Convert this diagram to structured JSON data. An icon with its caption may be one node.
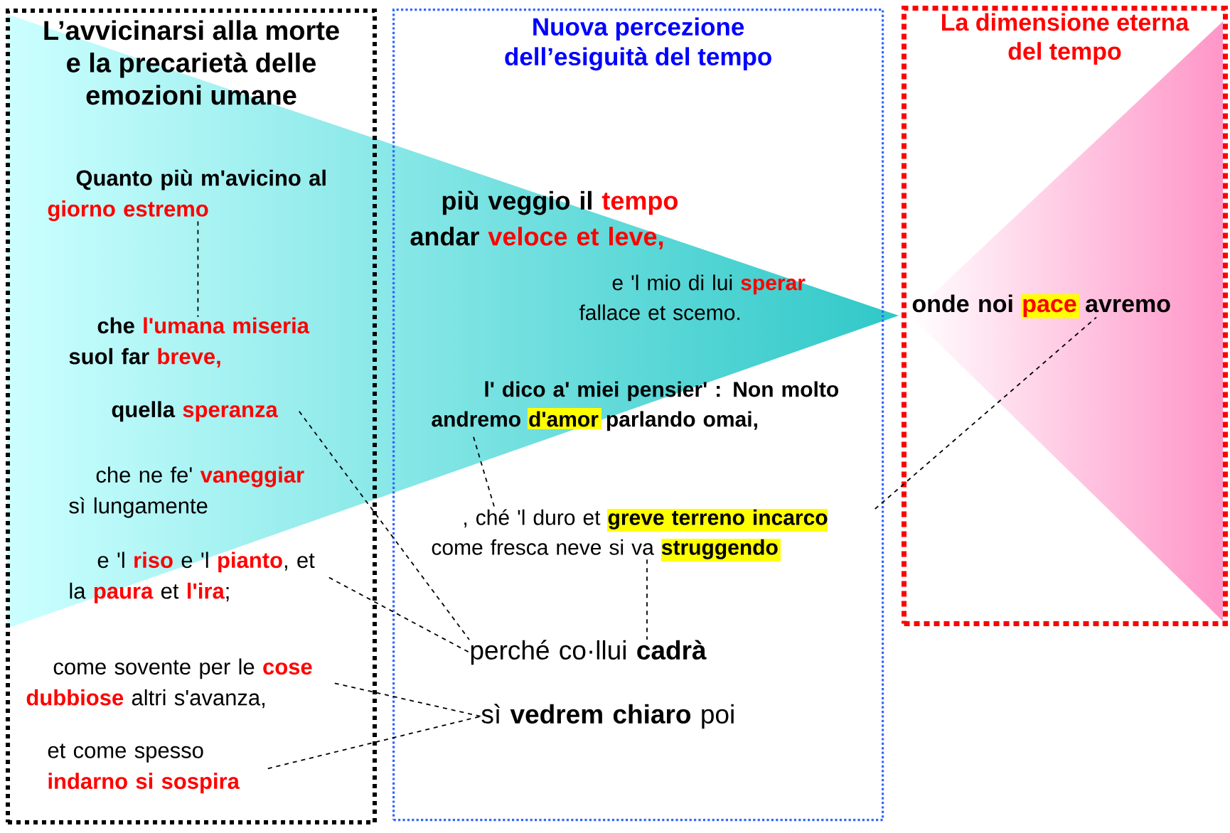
{
  "diagram": {
    "nodes": [
      {
        "text": [
          "L’avvicinarsi alla morte e la precarietà delle emozioni umane"
        ]
      },
      {
        "text": [
          "Quanto più m'avicino al **giorno estremo**"
        ],
        "in": 0
      },
      {
        "text": [
          "che **l'umana miseria** suol far **breve,**"
        ],
        "in": 0
      },
      {
        "text": [
          "quella **speranza**"
        ],
        "in": 0
      },
      {
        "text": [
          "che ne fe' **vaneggiar** sì lungamente"
        ],
        "in": 0
      },
      {
        "text": [
          "e 'l **riso** e 'l **pianto**, et la **paura** et **l'ira**;"
        ],
        "in": 0
      },
      {
        "text": [
          "come sovente per le **cose dubbiose** altri s'avanza,"
        ],
        "in": 0
      },
      {
        "text": [
          "et come spesso **indarno si sospira**"
        ],
        "in": 0
      },
      {
        "text": [
          "Nuova percezione dell’esiguità del tempo"
        ]
      },
      {
        "text": [
          "più veggio il **tempo** andar **veloce et leve,**"
        ],
        "in": 8
      },
      {
        "text": [
          "e 'l mio di lui **sperar** fallace et scemo."
        ],
        "in": 8
      },
      {
        "text": [
          "l' dico a' miei pensier' : Non molto andremo **d'amor** parlando omai,"
        ],
        "in": 8
      },
      {
        "text": [
          ", ché 'l duro et **greve terreno incarco** come fresca neve si va **struggendo**"
        ],
        "in": 8
      },
      {
        "text": [
          "perché co·llui **cadrà**"
        ],
        "in": 8
      },
      {
        "text": [
          "sì **vedrem chiaro** poi"
        ],
        "in": 8
      },
      {
        "text": [
          "La dimensione eterna del tempo"
        ]
      },
      {
        "text": [
          "onde noi **pace** avremo"
        ],
        "in": 15
      }
    ],
    "edges": [
      {
        "from": 1,
        "to": 2,
        "arrow": "none",
        "style": "dashed"
      },
      {
        "from": 3,
        "to": 13,
        "arrow": "none",
        "style": "dashed"
      },
      {
        "from": 5,
        "to": 13,
        "arrow": "none",
        "style": "dashed"
      },
      {
        "from": 6,
        "to": 14,
        "arrow": "none",
        "style": "dashed"
      },
      {
        "from": 7,
        "to": 14,
        "arrow": "none",
        "style": "dashed"
      },
      {
        "from": 11,
        "to": 12,
        "arrow": "none",
        "style": "dashed"
      },
      {
        "from": 12,
        "to": 13,
        "arrow": "none",
        "style": "dashed"
      },
      {
        "from": 12,
        "to": 16,
        "arrow": "none",
        "style": "dashed"
      }
    ]
  }
}
